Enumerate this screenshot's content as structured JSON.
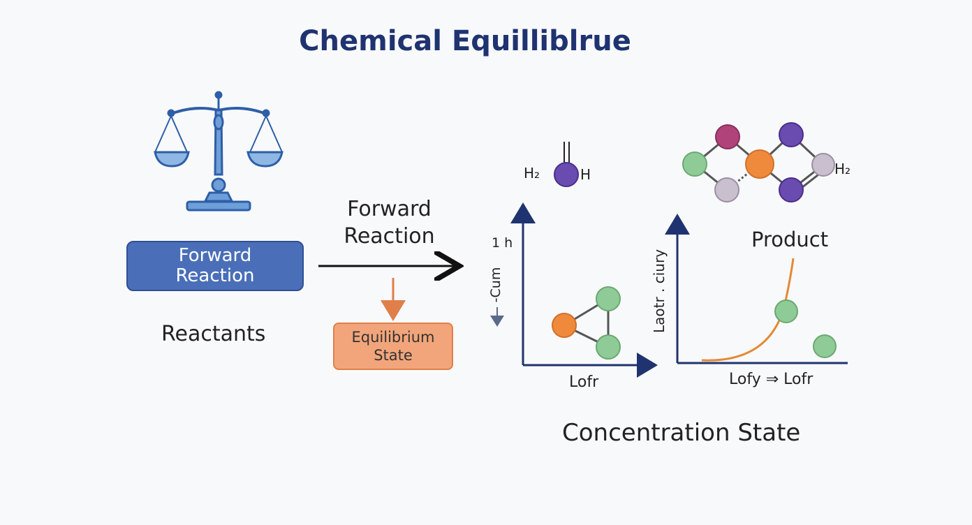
{
  "title": "Chemical Equillibl​rue",
  "left": {
    "forward_box": "Forward\nReaction",
    "reactants": "Reactants"
  },
  "middle": {
    "forward_label": "Forward\nReaction",
    "equilibrium_box": "Equilibrium\nState"
  },
  "molecule_top": {
    "left_label": "H₂",
    "right_label": "H"
  },
  "chart1": {
    "ylabel_top": "1 h",
    "ylabel": "-Cum",
    "xlabel": "Lofr"
  },
  "molecule_right": {
    "label": "H₂"
  },
  "chart2": {
    "title": "Product",
    "ylabel": "Laotr . ciury",
    "xlabel": "Lofy ⇒ Lofr"
  },
  "caption": "Concentration State",
  "colors": {
    "title": "#1f3370",
    "scale": "#4a78c2",
    "forward_box": "#4a6fb8",
    "equilibrium_box": "#f2a57a",
    "arrow_orange": "#e07f4a",
    "atom_purple": "#6a4bb0",
    "atom_orange": "#ef8a3c",
    "atom_green": "#8fcb97",
    "atom_magenta": "#b0447a",
    "atom_gray": "#c9bfcf",
    "axis": "#1f3370",
    "curve": "#e38a34"
  }
}
